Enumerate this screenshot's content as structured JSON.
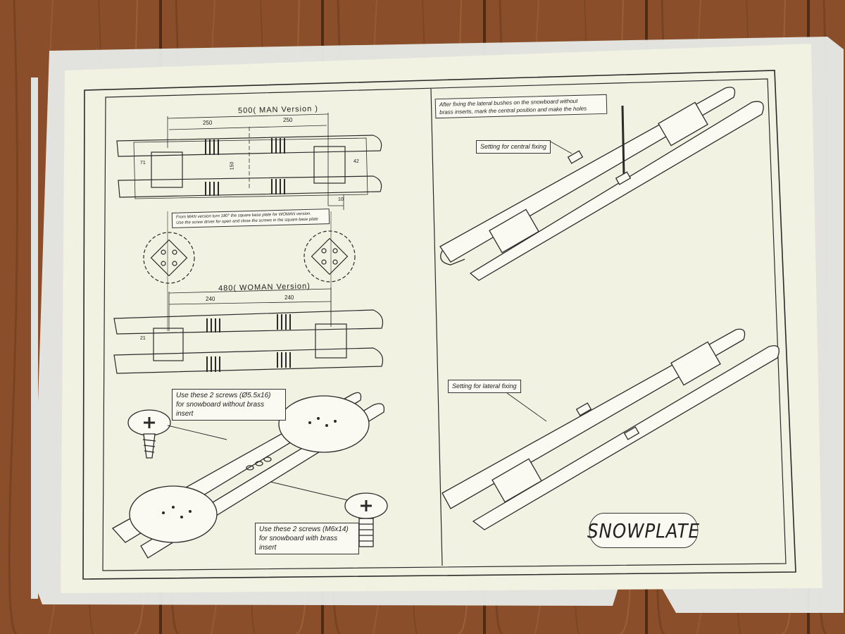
{
  "title": "SNOWPLATE",
  "dimensions": {
    "man_version": "500( MAN Version )",
    "woman_version": "480( WOMAN Version)",
    "man_half_left": "250",
    "man_half_right": "250",
    "woman_half_left": "240",
    "woman_half_right": "240",
    "side_offset": "10",
    "center_height": "150",
    "left_edge_man": "71",
    "right_edge_man": "42",
    "left_edge_woman": "21"
  },
  "notes": {
    "rotate_plate": "From MAN version turn 180° the square base plate for WOMAN version.\nUse the screw driver for open and close the screws in the square base plate",
    "screws_no_brass": "Use these 2 screws (Ø5.5x16)\nfor snowboard without brass insert",
    "screws_brass": "Use these 2 screws (M6x14)\nfor snowboard with brass insert",
    "lateral_bushes": "After fixing the lateral bushes on the snowboard without\nbrass inserts, mark the central position and make the holes",
    "central_fixing": "Setting for central fixing",
    "lateral_fixing": "Setting for lateral fixing"
  },
  "colors": {
    "wood": "#8a4f2a",
    "paper": "#f1f2e2",
    "ink": "#2a2a2a",
    "sleeve": "#e9ece9"
  }
}
